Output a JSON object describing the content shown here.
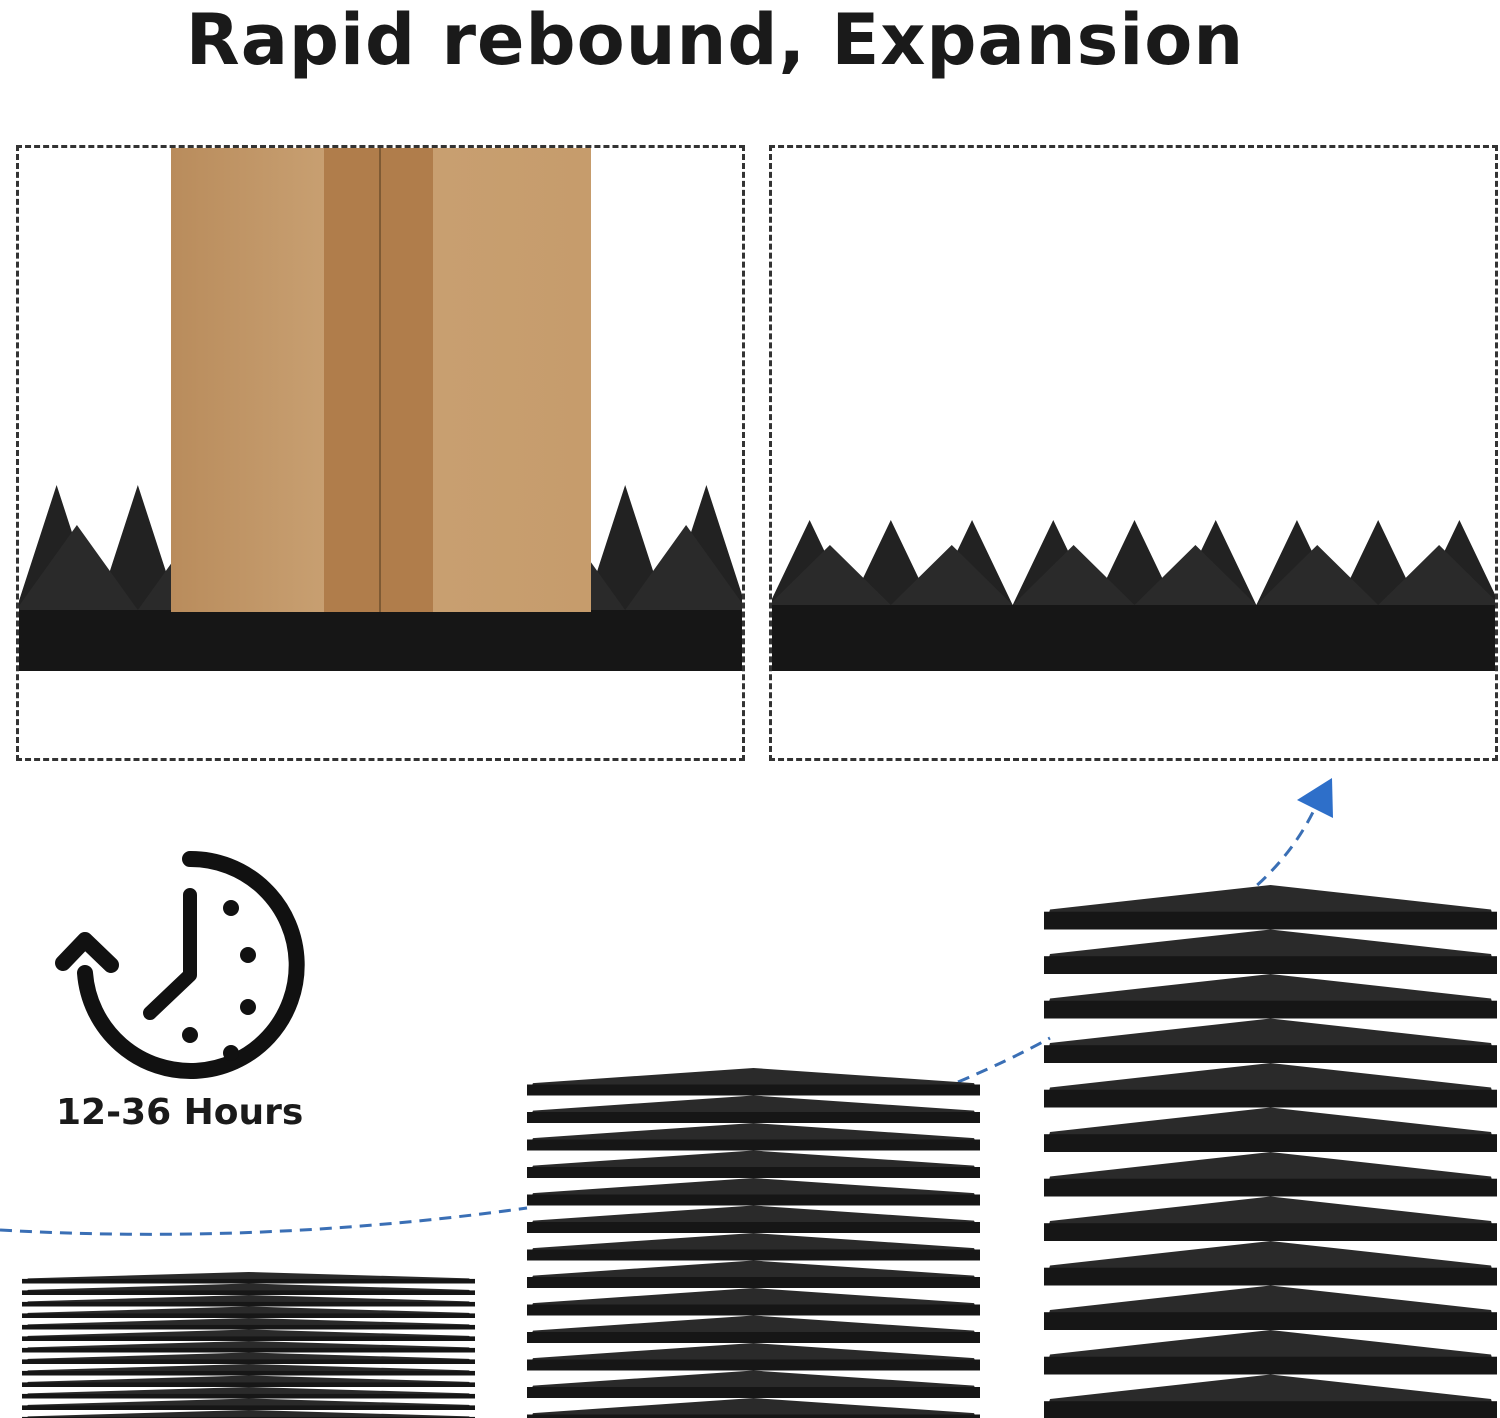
{
  "title": "Rapid rebound, Expansion",
  "timer": {
    "label": "12-36 Hours",
    "icon": "clock-icon"
  },
  "colors": {
    "foam": "#2a2a2a",
    "foam_dark": "#161616",
    "cardboard": "#c49a6c",
    "tape": "#b07d4b",
    "arrow": "#2e6fc9"
  },
  "panels": [
    {
      "name": "compressed-foam-panel",
      "icon": "cardboard-box"
    },
    {
      "name": "expanded-foam-panel"
    }
  ],
  "stacks": [
    {
      "name": "compressed-stack",
      "layers": 13
    },
    {
      "name": "rebounding-stack",
      "layers": 13
    },
    {
      "name": "expanded-stack",
      "layers": 12
    }
  ]
}
